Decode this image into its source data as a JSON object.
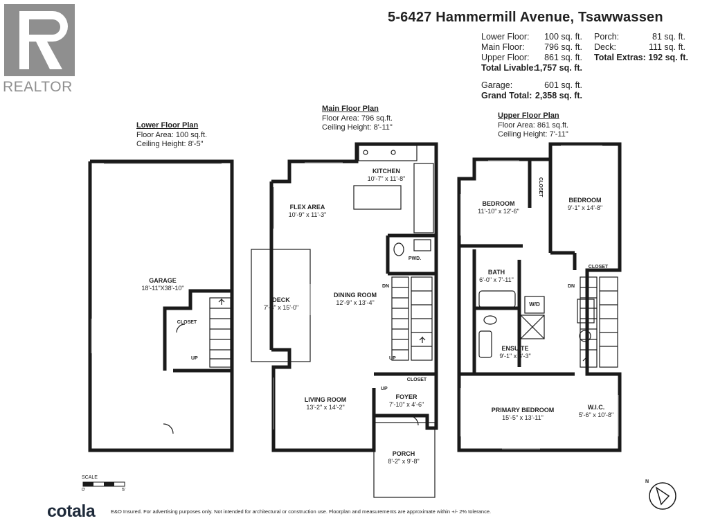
{
  "header": {
    "address": "5-6427 Hammermill Avenue, Tsawwassen"
  },
  "areas": {
    "lower_label": "Lower Floor:",
    "lower_value": "100 sq. ft.",
    "main_label": "Main Floor:",
    "main_value": "796 sq. ft.",
    "upper_label": "Upper Floor:",
    "upper_value": "861 sq. ft.",
    "livable_label": "Total Livable:",
    "livable_value": "1,757 sq. ft.",
    "garage_label": "Garage:",
    "garage_value": "601 sq. ft.",
    "grand_label": "Grand Total:",
    "grand_value": "2,358 sq. ft.",
    "porch_label": "Porch:",
    "porch_value": "81 sq. ft.",
    "deck_label": "Deck:",
    "deck_value": "111 sq. ft.",
    "extras": "Total Extras: 192 sq. ft."
  },
  "plans": {
    "lower": {
      "title": "Lower Floor Plan",
      "area": "Floor Area: 100 sq.ft.",
      "ceiling": "Ceiling Height: 8'-5\""
    },
    "main": {
      "title": "Main Floor Plan",
      "area": "Floor Area: 796 sq.ft.",
      "ceiling": "Ceiling Height: 8'-11\""
    },
    "upper": {
      "title": "Upper Floor Plan",
      "area": "Floor Area: 861 sq.ft.",
      "ceiling": "Ceiling Height: 7'-11\""
    }
  },
  "rooms": {
    "garage": {
      "name": "GARAGE",
      "dim": "18'-11\"X38'-10\""
    },
    "closet_lower": {
      "name": "CLOSET"
    },
    "kitchen": {
      "name": "KITCHEN",
      "dim": "10'-7\" x 11'-8\""
    },
    "flex": {
      "name": "FLEX AREA",
      "dim": "10'-9\" x 11'-3\""
    },
    "pwd": {
      "name": "PWD."
    },
    "deck": {
      "name": "DECK",
      "dim": "7'-8\" x 15'-0\""
    },
    "dining": {
      "name": "DINING ROOM",
      "dim": "12'-9\" x 13'-4\""
    },
    "closet_main": {
      "name": "CLOSET"
    },
    "foyer": {
      "name": "FOYER",
      "dim": "7'-10\" x 4'-6\""
    },
    "living": {
      "name": "LIVING ROOM",
      "dim": "13'-2\" x 14'-2\""
    },
    "porch": {
      "name": "PORCH",
      "dim": "8'-2\" x 9'-8\""
    },
    "bedroom1": {
      "name": "BEDROOM",
      "dim": "11'-10\" x 12'-6\""
    },
    "closet_up1": {
      "name": "CLOSET"
    },
    "bedroom2": {
      "name": "BEDROOM",
      "dim": "9'-1\" x 14'-8\""
    },
    "closet_up2": {
      "name": "CLOSET"
    },
    "bath": {
      "name": "BATH",
      "dim": "6'-0\" x 7'-11\""
    },
    "wd": {
      "name": "W/D"
    },
    "ensuite": {
      "name": "ENSUITE",
      "dim": "9'-1\" x 8'-3\""
    },
    "primary": {
      "name": "PRIMARY BEDROOM",
      "dim": "15'-5\" x 13'-11\""
    },
    "wic": {
      "name": "W.I.C.",
      "dim": "5'-6\" x 10'-8\""
    }
  },
  "labels": {
    "up": "UP",
    "dn": "DN",
    "scale": "SCALE",
    "scale_0": "0'",
    "scale_5": "5'",
    "north": "N"
  },
  "branding": {
    "realtor": "REALTOR",
    "logo": "cotala",
    "disclaimer": "E&O Insured. For advertising purposes only. Not intended for architectural or construction use. Floorplan and measurements are approximate within +/- 2% tolerance."
  }
}
